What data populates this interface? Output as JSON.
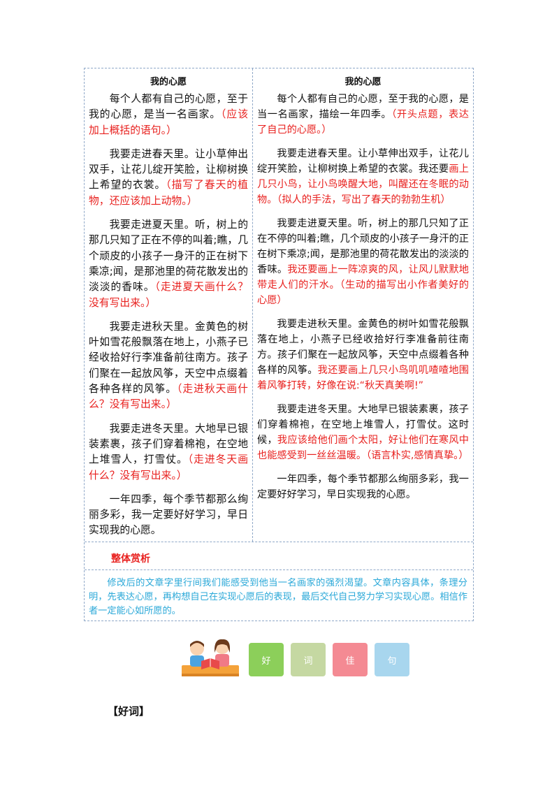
{
  "left": {
    "title": "我的心愿",
    "p1": "每个人都有自己的心愿，至于我的心愿，是当一名画家。",
    "p1c": "（应该加上概括的语句。）",
    "p2": "我要走进春天里。让小草伸出双手，让花儿绽开笑脸，让柳树换上希望的衣裳。",
    "p2c": "（描写了春天的植物，还应该加上动物。）",
    "p3": "我要走进夏天里。听，树上的那几只知了正在不停的叫着;瞧，几个顽皮的小孩子一身汗的正在树下乘凉;闻，是那池里的荷花散发出的淡淡的香味。",
    "p3c": "（走进夏天画什么？没有写出来。）",
    "p4": "我要走进秋天里。金黄色的树叶如雪花般飘落在地上，小燕子已经收拾好行李准备前往南方。孩子们聚在一起放风筝，天空中点缀着各种各样的风筝。",
    "p4c": "（走进秋天画什么？没有写出来。）",
    "p5": "我要走进冬天里。大地早已银装素裹，孩子们穿着棉袍，在空地上堆雪人，打雪仗。",
    "p5c": "（走进冬天画什么？没有写出来。）",
    "p6": "一年四季，每个季节都那么绚丽多彩，我一定要好好学习，早日实现我的心愿。"
  },
  "right": {
    "title": "我的心愿",
    "p1": "每个人都有自己的心愿，至于我的心愿，是当一名画家，描绘一年四季。",
    "p1c": "（开头点题，表达了自己的心愿。）",
    "p2a": "我要走进春天里。让小草伸出双手，让花儿绽开笑脸，让柳树换上希望的衣裳。我还要",
    "p2r": "画上几只小鸟，让小鸟唤醒大地，叫醒还在冬眠的动物。",
    "p2c": "（拟人的手法，写出了春天的勃勃生机）",
    "p3a": "我要走进夏天里。听，树上的那几只知了正在不停的叫着;瞧，几个顽皮的小孩子一身汗的正在树下乘凉;闻，是那池里的荷花散发出的淡淡的香味。",
    "p3r": "我还要画上一阵凉爽的风，让风儿默默地带走人们的汗水。",
    "p3c": "（生动的描写出小作者美好的心愿）",
    "p4a": "我要走进秋天里。金黄色的树叶如雪花般飘落在地上，小燕子已经收拾好行李准备前往南方。孩子们聚在一起放风筝，天空中点缀着各种各样的风筝。",
    "p4r": "我还要画上几只小鸟叽叽喳喳地围着风筝打转，好像在说:“秋天真美啊!”",
    "p5a": "我要走进冬天里。大地早已银装素裹，孩子们穿着棉袍，在空地上堆雪人，打雪仗。这时候，",
    "p5r": "我应该给他们画个太阳，好让他们在寒风中也能感受到一丝丝温暖。",
    "p5c": "（语言朴实,感情真挚。）",
    "p6": "一年四季，每个季节都那么绚丽多彩，我一定要好好学习，早日实现我的心愿。"
  },
  "appreciation": {
    "title": "整体赏析",
    "text": "修改后的文章字里行间我们能感受到他当一名画家的强烈渴望。文章内容具体，条理分明，先表达心愿，再构想自己在实现心愿后的表现，最后交代自己努力学习实现心愿。相信作者一定能心如所愿的。"
  },
  "banner": {
    "tiles": [
      "好",
      "词",
      "佳",
      "句"
    ],
    "colors": [
      "#8ccf5a",
      "#c5d8a2",
      "#f48a93",
      "#a8d6ee"
    ]
  },
  "section_heading": "【好词】"
}
